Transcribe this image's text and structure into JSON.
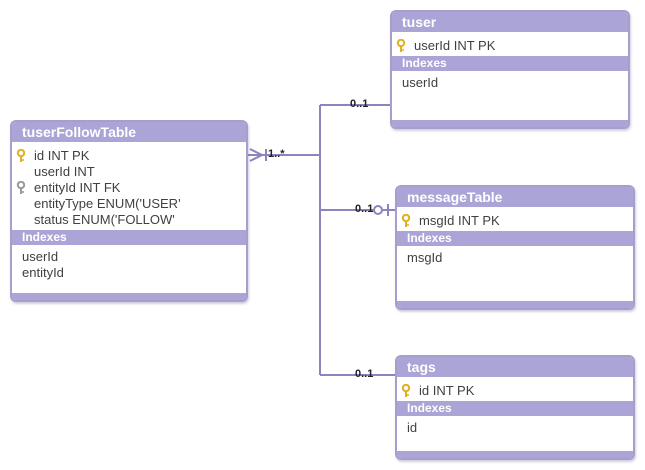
{
  "entities": {
    "tuserFollowTable": {
      "name": "tuserFollowTable",
      "fields": [
        {
          "label": "id INT PK",
          "key": "primary"
        },
        {
          "label": "userId INT",
          "key": "none"
        },
        {
          "label": "entityId INT FK",
          "key": "foreign"
        },
        {
          "label": "entityType ENUM('USER'",
          "key": "none"
        },
        {
          "label": "status ENUM('FOLLOW'",
          "key": "none"
        }
      ],
      "indexes_label": "Indexes",
      "indexes": [
        "userId",
        "entityId"
      ]
    },
    "tuser": {
      "name": "tuser",
      "fields": [
        {
          "label": "userId INT PK",
          "key": "primary"
        }
      ],
      "indexes_label": "Indexes",
      "indexes": [
        "userId"
      ]
    },
    "messageTable": {
      "name": "messageTable",
      "fields": [
        {
          "label": "msgId INT PK",
          "key": "primary"
        }
      ],
      "indexes_label": "Indexes",
      "indexes": [
        "msgId"
      ]
    },
    "tags": {
      "name": "tags",
      "fields": [
        {
          "label": "id INT PK",
          "key": "primary"
        }
      ],
      "indexes_label": "Indexes",
      "indexes": [
        "id"
      ]
    }
  },
  "relations": {
    "source_cardinality": "1..*",
    "to_tuser": "0..1",
    "to_messageTable": "0..1",
    "to_tags": "0..1"
  },
  "colors": {
    "header": "#aaa5d6",
    "border": "#a69fcc",
    "line": "#8a84bf",
    "primary_key": "#e0b020",
    "foreign_key": "#9a9a9a"
  },
  "icons": {
    "primary": "primary-key-icon",
    "foreign": "foreign-key-icon"
  }
}
